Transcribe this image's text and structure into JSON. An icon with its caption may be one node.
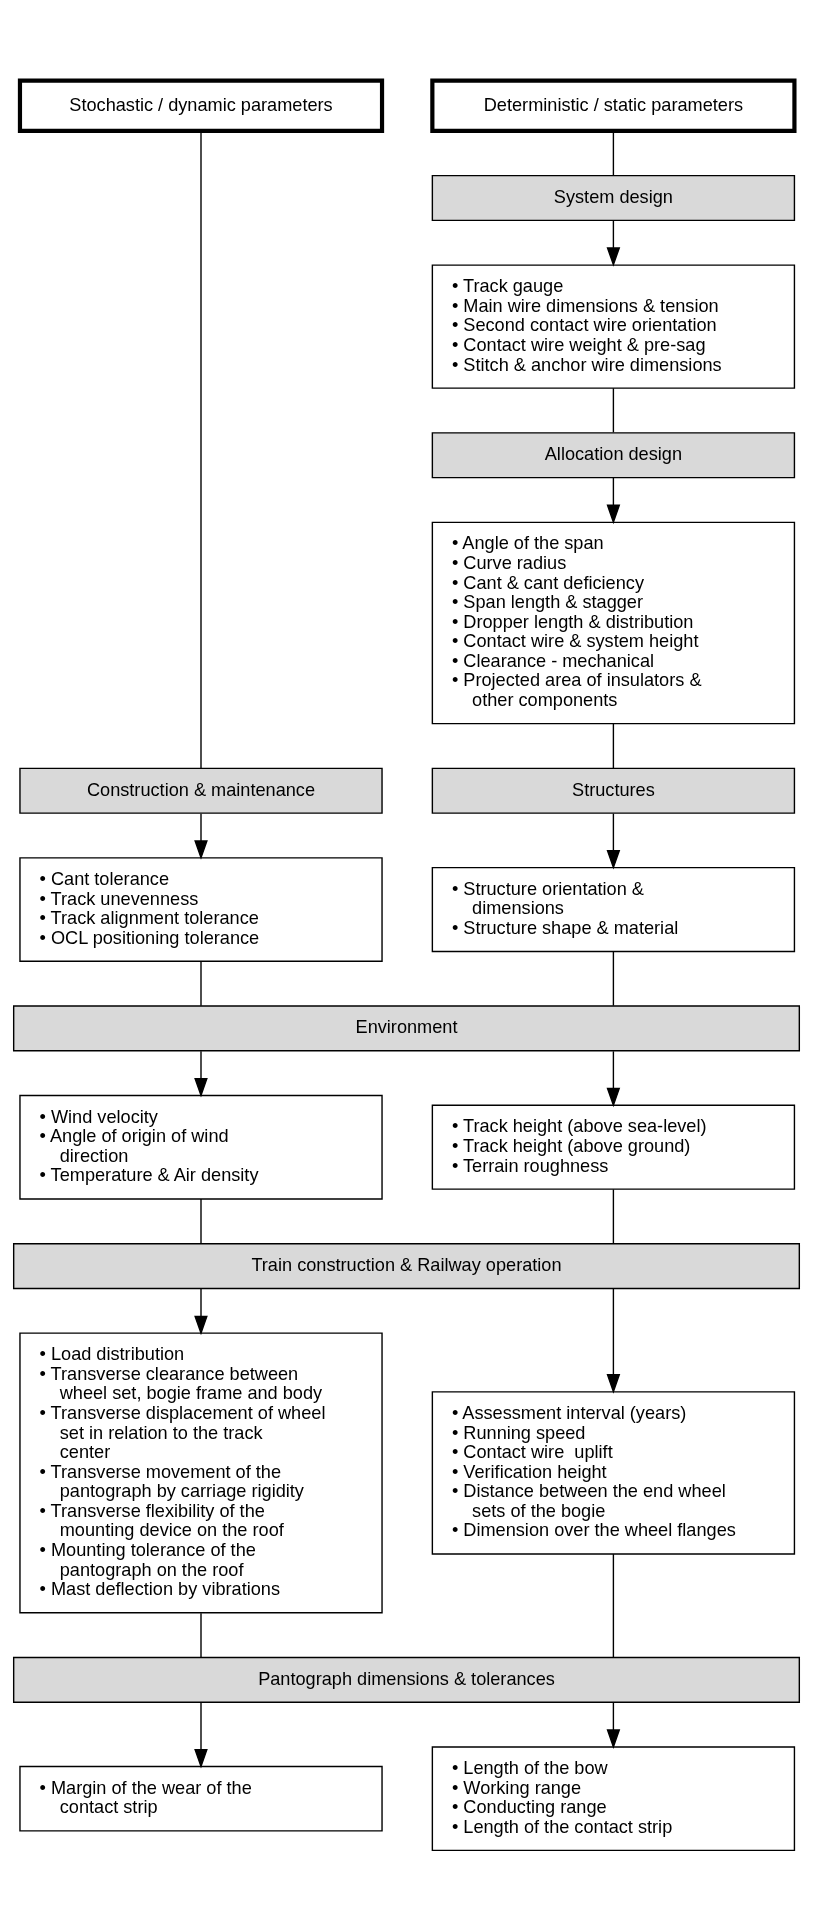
{
  "diagram": {
    "nodes": [
      {
        "text": [
          "Stochastic / dynamic parameters"
        ]
      },
      {
        "text": [
          "Deterministic / static parameters"
        ]
      },
      {
        "text": [
          "System design"
        ]
      },
      {
        "text": [
          "• Track gauge",
          "• Main wire dimensions & tension",
          "• Second contact wire orientation",
          "• Contact wire weight & pre-sag",
          "• Stitch & anchor wire dimensions"
        ]
      },
      {
        "text": [
          "Allocation design"
        ]
      },
      {
        "text": [
          "• Angle of the span",
          "• Curve radius",
          "• Cant & cant deficiency",
          "• Span length & stagger",
          "• Dropper length & distribution",
          "• Contact wire & system height",
          "• Clearance - mechanical",
          "• Projected area of insulators & other components"
        ]
      },
      {
        "text": [
          "Construction & maintenance"
        ]
      },
      {
        "text": [
          "Structures"
        ]
      },
      {
        "text": [
          "• Cant tolerance",
          "• Track unevenness",
          "• Track alignment tolerance",
          "• OCL positioning tolerance"
        ]
      },
      {
        "text": [
          "• Structure orientation & dimensions",
          "• Structure shape & material"
        ]
      },
      {
        "text": [
          "Environment"
        ]
      },
      {
        "text": [
          "• Wind velocity",
          "• Angle of origin of wind direction",
          "• Temperature & Air density"
        ]
      },
      {
        "text": [
          "• Track height (above sea-level)",
          "• Track height (above ground)",
          "• Terrain roughness"
        ]
      },
      {
        "text": [
          "Train construction & Railway operation"
        ]
      },
      {
        "text": [
          "• Load distribution",
          "• Transverse clearance between wheel set, bogie frame and body",
          "• Transverse displacement of wheel set in relation to the track center",
          "• Transverse movement of the pantograph by carriage rigidity",
          "• Transverse flexibility of the mounting device on the roof",
          "• Mounting tolerance of the pantograph on the roof",
          "• Mast deflection by vibrations"
        ]
      },
      {
        "text": [
          "• Assessment interval (years)",
          "• Running speed",
          "• Contact wire  uplift",
          "• Verification height",
          "• Distance between the end wheel sets of the bogie",
          "• Dimension over the wheel flanges"
        ]
      },
      {
        "text": [
          "Pantograph dimensions & tolerances"
        ]
      },
      {
        "text": [
          "• Margin of the wear of the contact strip"
        ]
      },
      {
        "text": [
          "• Length of the bow",
          "• Working range",
          "• Conducting range",
          "• Length of the contact strip"
        ]
      }
    ],
    "edges": [
      {
        "from": 0,
        "to": 6,
        "arrow": "none"
      },
      {
        "from": 1,
        "to": 2,
        "arrow": "none"
      },
      {
        "from": 2,
        "to": 3,
        "arrow": "to"
      },
      {
        "from": 3,
        "to": 4,
        "arrow": "none"
      },
      {
        "from": 4,
        "to": 5,
        "arrow": "to"
      },
      {
        "from": 5,
        "to": 7,
        "arrow": "none"
      },
      {
        "from": 6,
        "to": 8,
        "arrow": "to"
      },
      {
        "from": 7,
        "to": 9,
        "arrow": "to"
      },
      {
        "from": 8,
        "to": 10,
        "arrow": "none"
      },
      {
        "from": 9,
        "to": 10,
        "arrow": "none"
      },
      {
        "from": 10,
        "to": 11,
        "arrow": "to"
      },
      {
        "from": 10,
        "to": 12,
        "arrow": "to"
      },
      {
        "from": 11,
        "to": 13,
        "arrow": "none"
      },
      {
        "from": 12,
        "to": 13,
        "arrow": "none"
      },
      {
        "from": 13,
        "to": 14,
        "arrow": "to"
      },
      {
        "from": 13,
        "to": 15,
        "arrow": "to"
      },
      {
        "from": 14,
        "to": 16,
        "arrow": "none"
      },
      {
        "from": 15,
        "to": 16,
        "arrow": "none"
      },
      {
        "from": 16,
        "to": 17,
        "arrow": "to"
      },
      {
        "from": 16,
        "to": 18,
        "arrow": "to"
      }
    ]
  }
}
